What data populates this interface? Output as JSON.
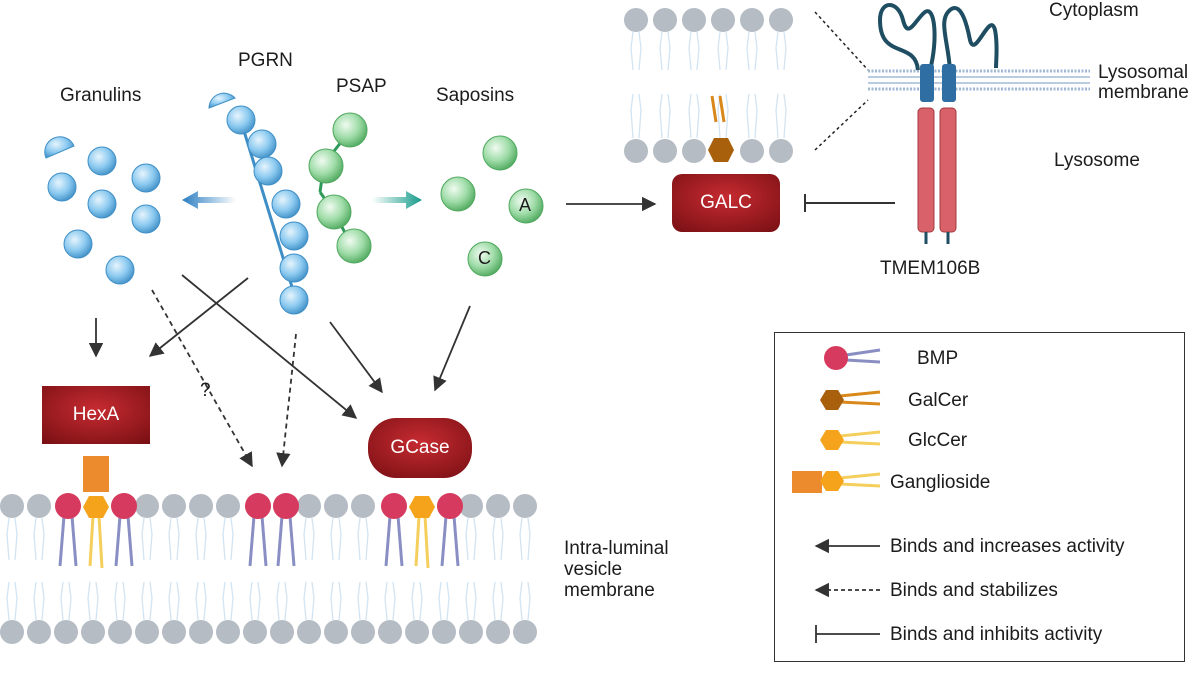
{
  "labels": {
    "granulins": "Granulins",
    "pgrn": "PGRN",
    "psap": "PSAP",
    "saposins": "Saposins",
    "saposin_a": "A",
    "saposin_c": "C",
    "hexa": "HexA",
    "gcase": "GCase",
    "galc": "GALC",
    "question": "?",
    "cytoplasm": "Cytoplasm",
    "lysosomal_membrane": [
      "Lysosomal",
      "membrane"
    ],
    "lysosome": "Lysosome",
    "tmem106b": "TMEM106B",
    "ilv_membrane": [
      "Intra-luminal",
      "vesicle",
      "membrane"
    ]
  },
  "legend": {
    "items": [
      {
        "icon": "bmp-icon",
        "label": "BMP"
      },
      {
        "icon": "galcer-icon",
        "label": "GalCer"
      },
      {
        "icon": "glccer-icon",
        "label": "GlcCer"
      },
      {
        "icon": "ganglioside-icon",
        "label": "Ganglioside"
      },
      {
        "icon": "solid-arrow-icon",
        "label": "Binds and increases activity"
      },
      {
        "icon": "dashed-arrow-icon",
        "label": "Binds and stabilizes"
      },
      {
        "icon": "inhibition-bar-icon",
        "label": "Binds and inhibits activity"
      }
    ]
  },
  "colors": {
    "granulin_blue": "#7fc0ea",
    "saposin_green": "#8fd49a",
    "enzyme_red": "#a11d22",
    "bmp_red": "#d63a5e",
    "lipid_headgroup_gray": "#b5bcc4",
    "galcer_brown": "#a8600c",
    "glccer_orange": "#f5a31a",
    "ganglioside_orange": "#ec8a2e",
    "tmem_red": "#d9626a",
    "tmem_loop_teal": "#1f4e63",
    "arrow_blue": "#2a7dc1",
    "arrow_teal": "#149b8b"
  }
}
